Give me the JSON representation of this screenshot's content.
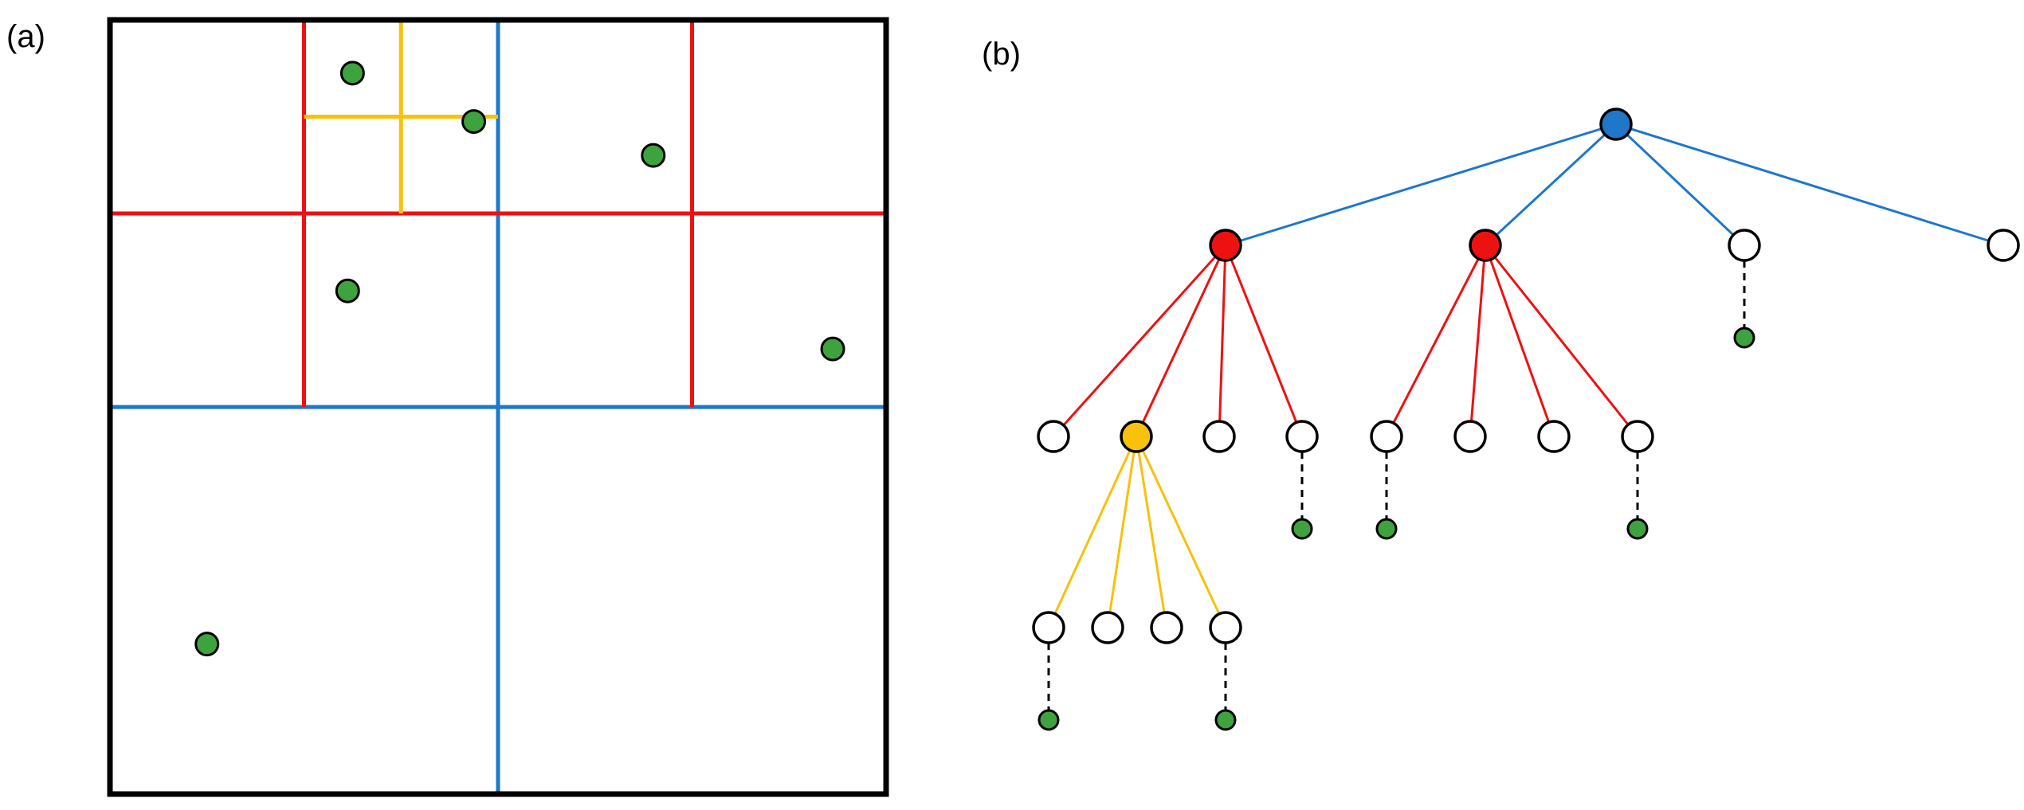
{
  "panel_labels": {
    "a": "(a)",
    "b": "(b)"
  },
  "colors": {
    "level0": "#1f77c9",
    "level1": "#ee1111",
    "level2": "#f7c10c",
    "point": "#3ea33e",
    "border": "#000000",
    "empty_node": "#ffffff",
    "leaf_link": "#000000"
  },
  "quadtree": {
    "domain": [
      0,
      8,
      0,
      8
    ],
    "splits": [
      {
        "level": 0,
        "axis": "v",
        "at": 4,
        "from": 0,
        "to": 8
      },
      {
        "level": 0,
        "axis": "h",
        "at": 4,
        "from": 0,
        "to": 8
      },
      {
        "level": 1,
        "axis": "v",
        "at": 2,
        "from": 4,
        "to": 8
      },
      {
        "level": 1,
        "axis": "h",
        "at": 6,
        "from": 0,
        "to": 4
      },
      {
        "level": 1,
        "axis": "v",
        "at": 6,
        "from": 4,
        "to": 8
      },
      {
        "level": 1,
        "axis": "h",
        "at": 6,
        "from": 4,
        "to": 8
      },
      {
        "level": 2,
        "axis": "v",
        "at": 3,
        "from": 6,
        "to": 8
      },
      {
        "level": 2,
        "axis": "h",
        "at": 7,
        "from": 2,
        "to": 4
      }
    ],
    "points": [
      [
        2.5,
        7.45
      ],
      [
        3.75,
        6.95
      ],
      [
        5.6,
        6.6
      ],
      [
        2.45,
        5.2
      ],
      [
        7.45,
        4.6
      ],
      [
        1.0,
        1.55
      ]
    ]
  },
  "tree": {
    "nodes": [
      {
        "id": "root",
        "level": 0,
        "fill": "level0"
      },
      {
        "id": "n1",
        "parent": "root",
        "level": 1,
        "fill": "level1"
      },
      {
        "id": "n2",
        "parent": "root",
        "level": 1,
        "fill": "level1"
      },
      {
        "id": "n3",
        "parent": "root",
        "level": 1,
        "fill": "empty_node",
        "point": true
      },
      {
        "id": "n4",
        "parent": "root",
        "level": 1,
        "fill": "empty_node"
      },
      {
        "id": "n1a",
        "parent": "n1",
        "level": 2,
        "fill": "empty_node"
      },
      {
        "id": "n1b",
        "parent": "n1",
        "level": 2,
        "fill": "level2"
      },
      {
        "id": "n1c",
        "parent": "n1",
        "level": 2,
        "fill": "empty_node"
      },
      {
        "id": "n1d",
        "parent": "n1",
        "level": 2,
        "fill": "empty_node",
        "point": true
      },
      {
        "id": "n2a",
        "parent": "n2",
        "level": 2,
        "fill": "empty_node",
        "point": true
      },
      {
        "id": "n2b",
        "parent": "n2",
        "level": 2,
        "fill": "empty_node"
      },
      {
        "id": "n2c",
        "parent": "n2",
        "level": 2,
        "fill": "empty_node"
      },
      {
        "id": "n2d",
        "parent": "n2",
        "level": 2,
        "fill": "empty_node",
        "point": true
      },
      {
        "id": "n1b1",
        "parent": "n1b",
        "level": 3,
        "fill": "empty_node",
        "point": true
      },
      {
        "id": "n1b2",
        "parent": "n1b",
        "level": 3,
        "fill": "empty_node"
      },
      {
        "id": "n1b3",
        "parent": "n1b",
        "level": 3,
        "fill": "empty_node"
      },
      {
        "id": "n1b4",
        "parent": "n1b",
        "level": 3,
        "fill": "empty_node",
        "point": true
      }
    ]
  }
}
